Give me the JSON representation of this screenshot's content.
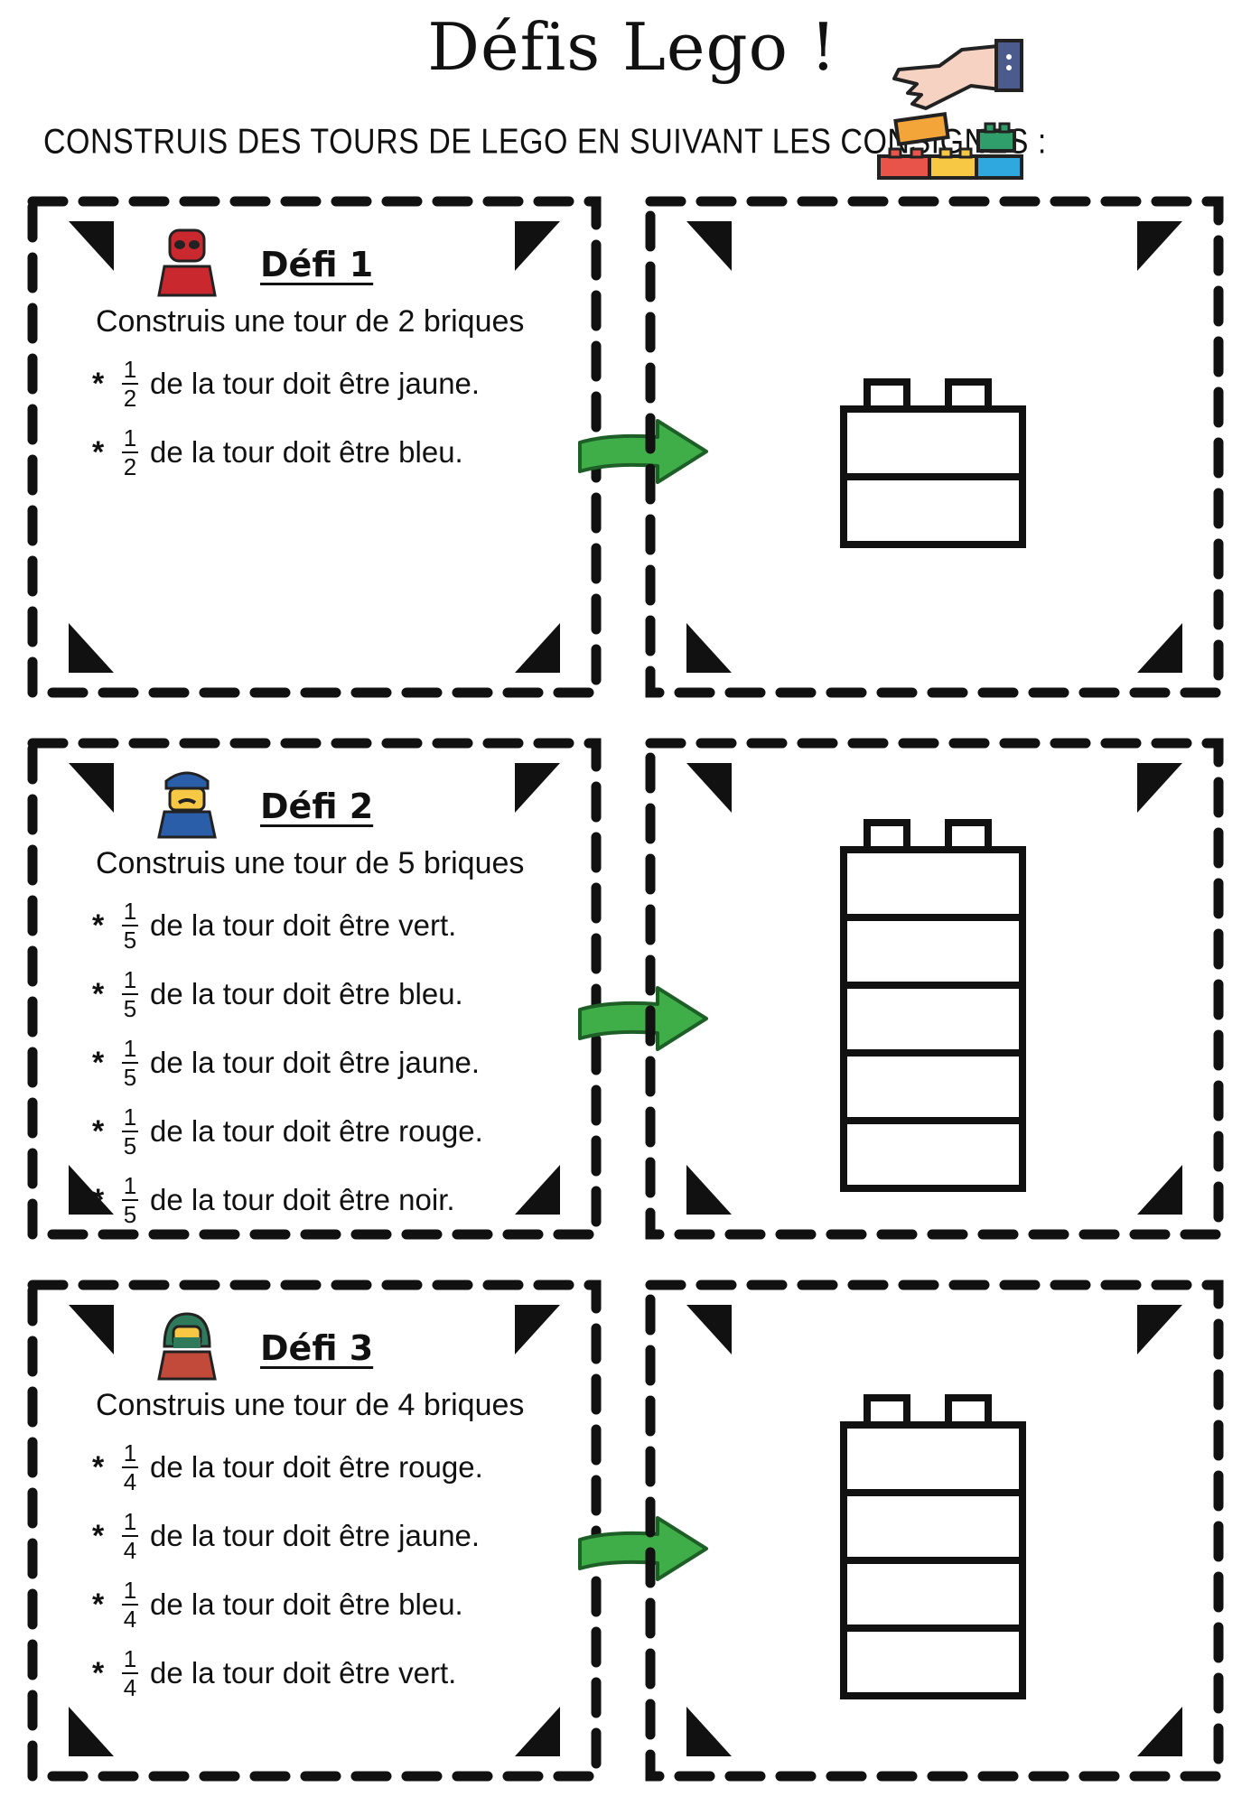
{
  "page": {
    "title": "Défis Lego !",
    "subtitle": "CONSTRUIS DES TOURS DE LEGO EN SUIVANT LES CONSIGNES :"
  },
  "colors": {
    "border": "#111111",
    "arrow": "#3fae49",
    "brick_red": "#e8534a",
    "brick_yellow": "#f7c843",
    "brick_green": "#2f9e6a",
    "brick_blue": "#2fa8e0",
    "brick_orange": "#f3a53a"
  },
  "icons": {
    "hand": "hand-with-brick-icon",
    "bricks": "lego-bricks-icon",
    "arrow": "green-arrow-icon"
  },
  "challenges": [
    {
      "title": "Défi 1",
      "avatar": "deadpool-minifig-icon",
      "instruction": "Construis une tour de 2 briques",
      "bricks": 2,
      "lines": [
        {
          "num": "1",
          "den": "2",
          "text": "de la tour doit être jaune."
        },
        {
          "num": "1",
          "den": "2",
          "text": "de la tour doit être bleu."
        }
      ]
    },
    {
      "title": "Défi 2",
      "avatar": "police-minifig-icon",
      "instruction": "Construis une tour de 5 briques",
      "bricks": 5,
      "lines": [
        {
          "num": "1",
          "den": "5",
          "text": "de la tour doit être vert."
        },
        {
          "num": "1",
          "den": "5",
          "text": "de la tour doit être bleu."
        },
        {
          "num": "1",
          "den": "5",
          "text": "de la tour doit être jaune."
        },
        {
          "num": "1",
          "den": "5",
          "text": "de la tour doit être rouge."
        },
        {
          "num": "1",
          "den": "5",
          "text": "de la tour doit être noir."
        }
      ]
    },
    {
      "title": "Défi 3",
      "avatar": "hooded-minifig-icon",
      "instruction": "Construis une tour de 4 briques",
      "bricks": 4,
      "lines": [
        {
          "num": "1",
          "den": "4",
          "text": "de la tour doit être rouge."
        },
        {
          "num": "1",
          "den": "4",
          "text": "de la tour doit être jaune."
        },
        {
          "num": "1",
          "den": "4",
          "text": "de la tour doit être bleu."
        },
        {
          "num": "1",
          "den": "4",
          "text": "de la tour doit être vert."
        }
      ]
    }
  ]
}
